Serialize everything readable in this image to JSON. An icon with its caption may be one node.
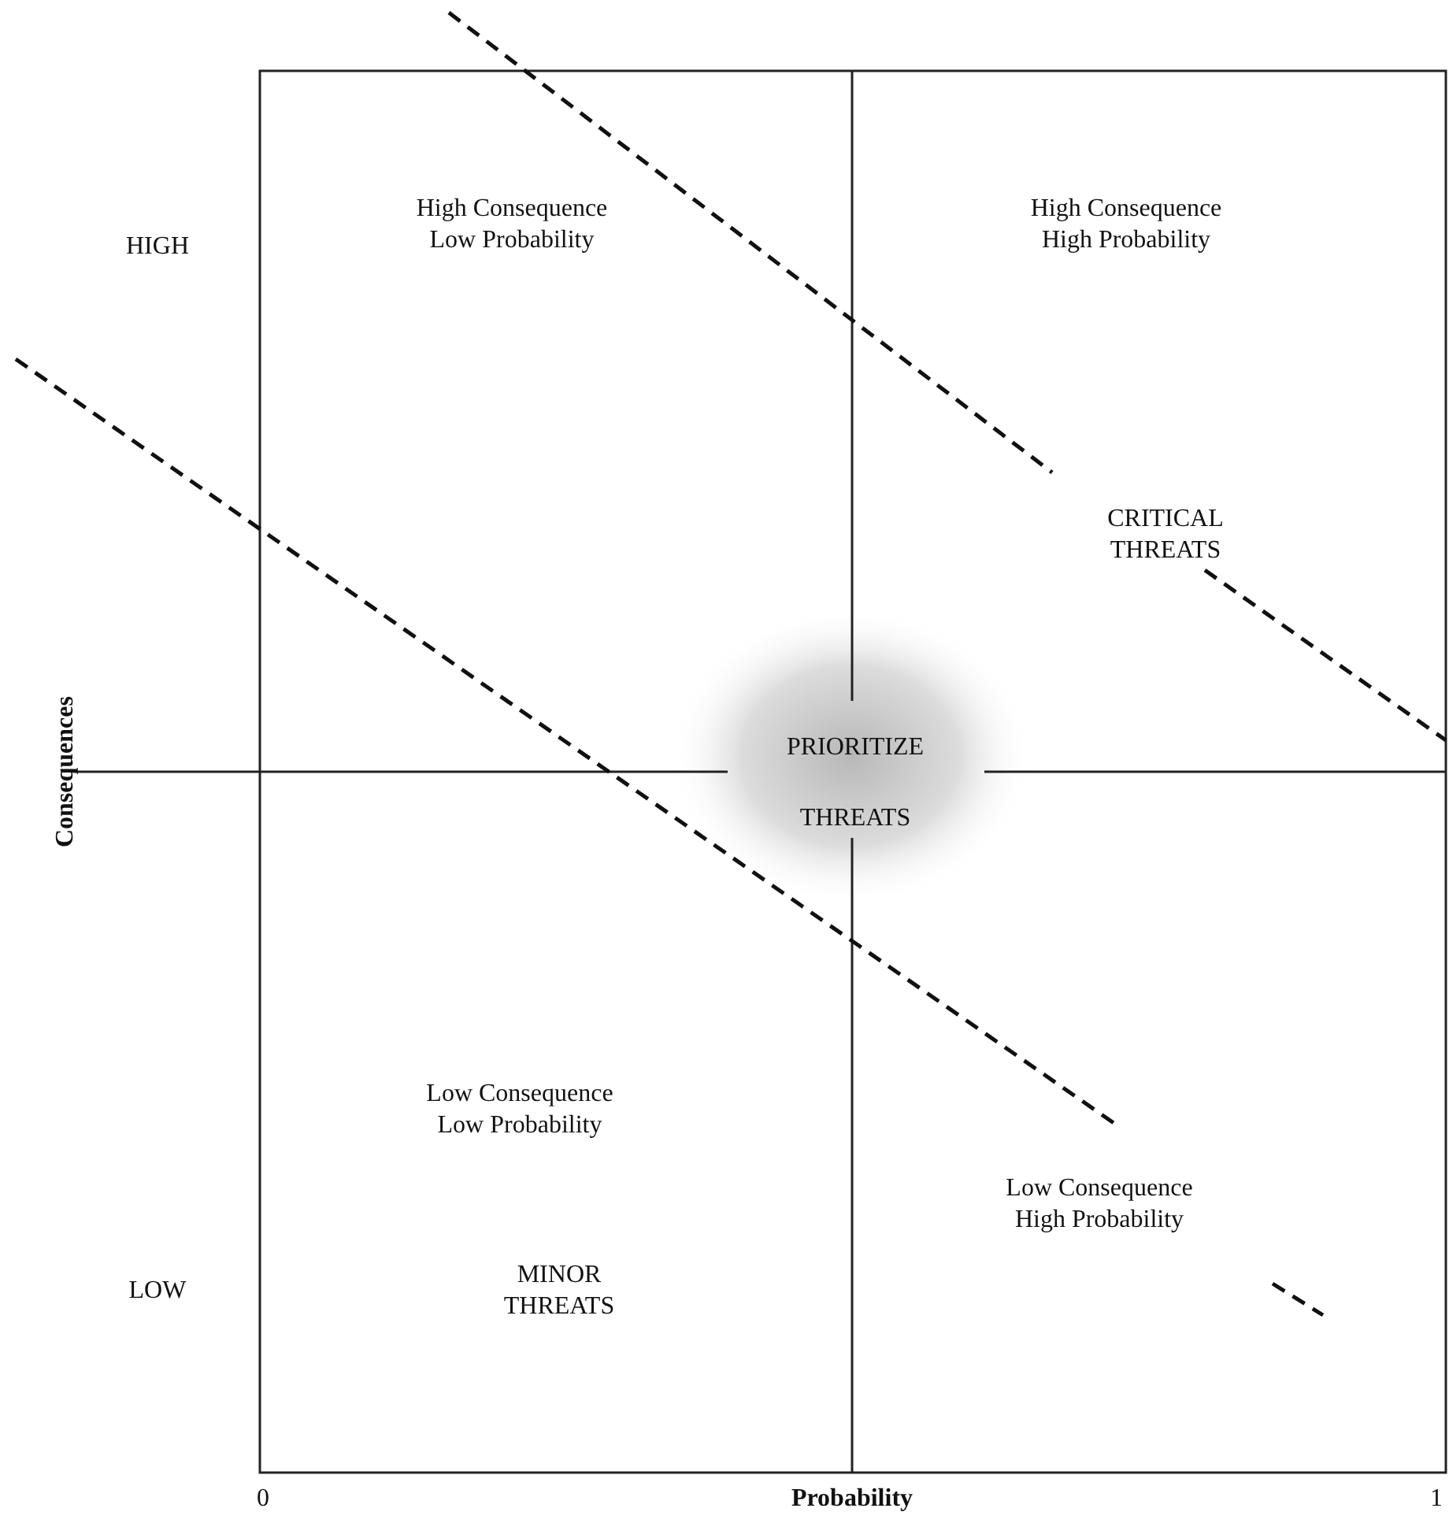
{
  "diagram": {
    "labels": [
      "HIGH",
      "High Consequence Low Probability",
      "High Consequence High Probability",
      "CRITICAL THREATS",
      "Consequences",
      "PRIORITIZE THREATS",
      "Low Consequence Low Probability",
      "Low Consequence High Probability",
      "LOW",
      "MINOR THREATS",
      "0",
      "Probability",
      "1"
    ]
  }
}
